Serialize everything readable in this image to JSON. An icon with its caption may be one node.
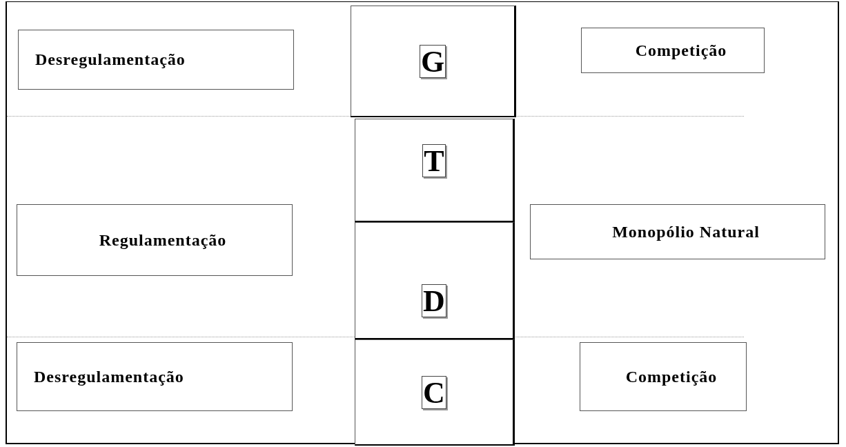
{
  "diagram": {
    "nodes": [
      {
        "text": [
          "Desregulamentação"
        ]
      },
      {
        "text": [
          "G"
        ]
      },
      {
        "text": [
          "Competição"
        ]
      },
      {
        "text": [
          "T"
        ]
      },
      {
        "text": [
          "Regulamentação"
        ]
      },
      {
        "text": [
          "Monopólio Natural"
        ]
      },
      {
        "text": [
          "D"
        ]
      },
      {
        "text": [
          "Desregulamentação"
        ]
      },
      {
        "text": [
          "C"
        ]
      },
      {
        "text": [
          "Competição"
        ]
      }
    ]
  }
}
